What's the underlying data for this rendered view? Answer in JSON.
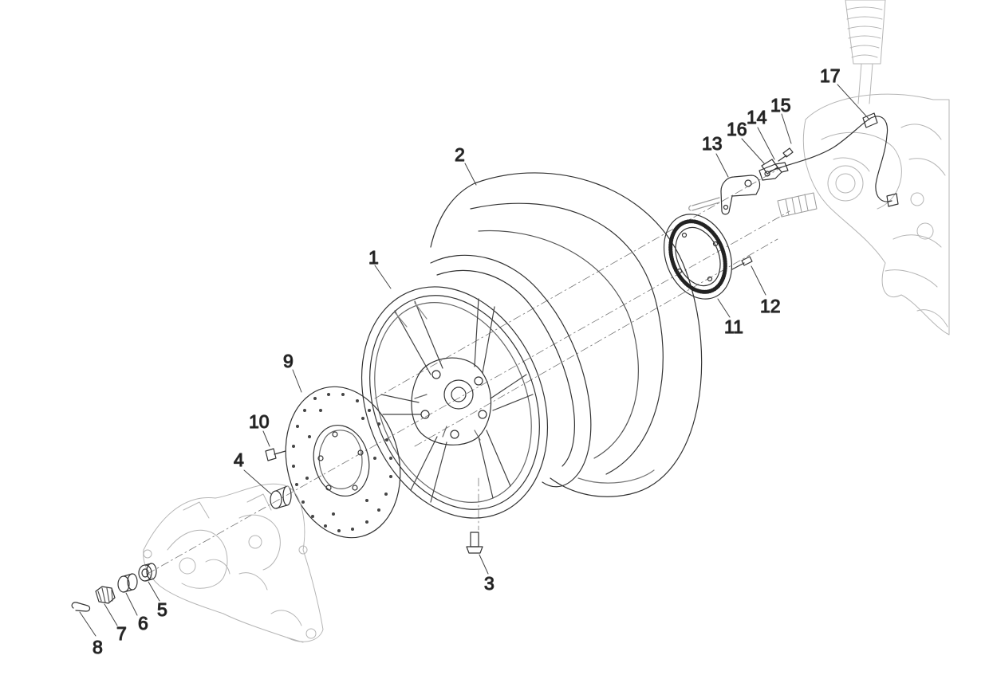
{
  "diagram": {
    "callouts": [
      {
        "id": "1",
        "label": "1"
      },
      {
        "id": "2",
        "label": "2"
      },
      {
        "id": "3",
        "label": "3"
      },
      {
        "id": "4",
        "label": "4"
      },
      {
        "id": "5",
        "label": "5"
      },
      {
        "id": "6",
        "label": "6"
      },
      {
        "id": "7",
        "label": "7"
      },
      {
        "id": "8",
        "label": "8"
      },
      {
        "id": "9",
        "label": "9"
      },
      {
        "id": "10",
        "label": "10"
      },
      {
        "id": "11",
        "label": "11"
      },
      {
        "id": "12",
        "label": "12"
      },
      {
        "id": "13",
        "label": "13"
      },
      {
        "id": "14",
        "label": "14"
      },
      {
        "id": "15",
        "label": "15"
      },
      {
        "id": "16",
        "label": "16"
      },
      {
        "id": "17",
        "label": "17"
      }
    ],
    "colors": {
      "line": "#333333",
      "faint": "#bdbdbd",
      "text": "#111111",
      "background": "#ffffff"
    }
  }
}
